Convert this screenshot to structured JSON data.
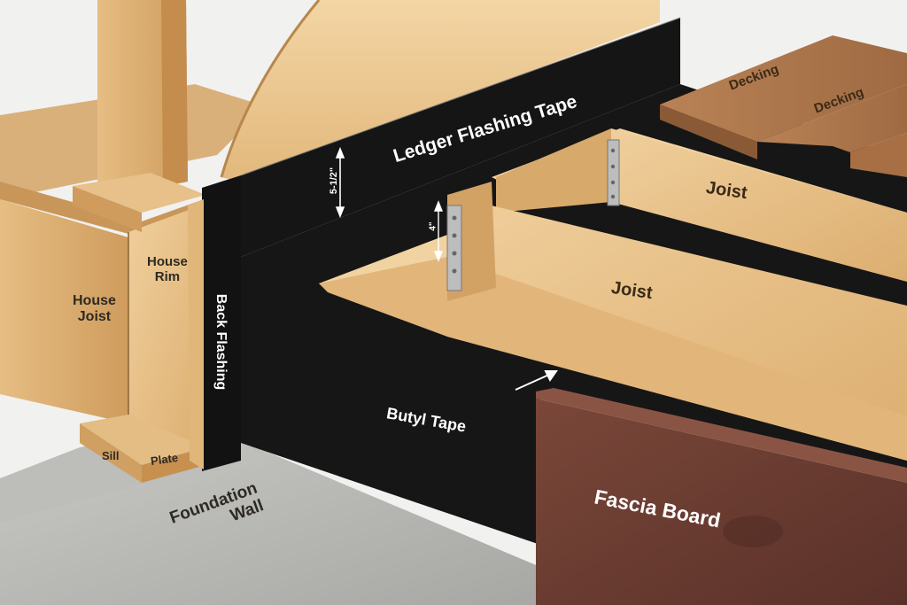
{
  "labels": {
    "ledger_flashing_tape": "Ledger Flashing Tape",
    "dim_tape": "5-1/2\"",
    "dim_hanger": "4\"",
    "joist_back": "Joist",
    "joist_front": "Joist",
    "decking_1": "Decking",
    "decking_2": "Decking",
    "house_rim_line1": "House",
    "house_rim_line2": "Rim",
    "house_joist_line1": "House",
    "house_joist_line2": "Joist",
    "back_flashing": "Back Flashing",
    "butyl_tape": "Butyl Tape",
    "sill": "Sill",
    "plate": "Plate",
    "foundation_line1": "Foundation",
    "foundation_line2": "Wall",
    "fascia_board": "Fascia Board"
  },
  "colors": {
    "background": "#f1f1f0",
    "wood_light": "#e9c48f",
    "wood_mid": "#d9aa6c",
    "wood_shadow": "#c28f52",
    "flashing_black": "#141414",
    "fascia": "#6e3f34",
    "decking": "#b0784e",
    "concrete": "#b9b9b6",
    "hanger_metal": "#b8b8b8"
  }
}
